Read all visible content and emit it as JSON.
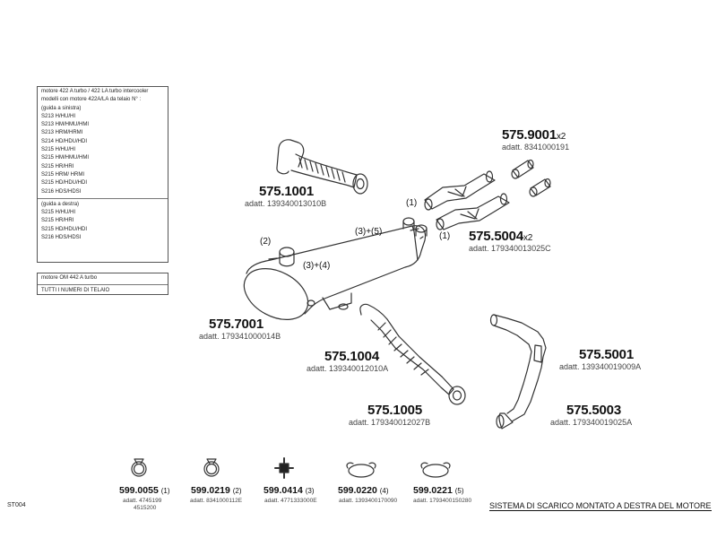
{
  "info_box_1": {
    "lines": [
      "motore 422 A turbo / 422 LA turbo intercooler",
      "modelli con motore 422A/LA da telaio N° :",
      "(guida a sinistra)",
      "S213 H/HU/HI",
      "S213 HM/HMU/HMI",
      "S213 HRM/HRMI",
      "S214 HD/HDU/HDI",
      "S215 H/HU/HI",
      "S215 HM/HMU/HMI",
      "S215 HR/HRI",
      "S215 HRM/ HRMI",
      "S215 HD/HDU/HDI",
      "S216 HDS/HDSI"
    ],
    "lines_2": [
      "(guida a destra)",
      "S215 H/HU/HI",
      "S215 HR/HRI",
      "S215 HD/HDU/HDI",
      "S216 HDS/HDSI"
    ]
  },
  "info_box_2": {
    "lines": [
      "motore OM 442 A turbo",
      "TUTTI I NUMERI DI TELAIO"
    ]
  },
  "parts": [
    {
      "code": "575.1001",
      "multiplier": "",
      "adatt": "adatt. 139340013010B"
    },
    {
      "code": "575.9001",
      "multiplier": "x2",
      "adatt": "adatt. 8341000191"
    },
    {
      "code": "575.5004",
      "multiplier": "x2",
      "adatt": "adatt. 179340013025C"
    },
    {
      "code": "575.7001",
      "multiplier": "",
      "adatt": "adatt. 179341000014B"
    },
    {
      "code": "575.1004",
      "multiplier": "",
      "adatt": "adatt. 139340012010A"
    },
    {
      "code": "575.1005",
      "multiplier": "",
      "adatt": "adatt. 179340012027B"
    },
    {
      "code": "575.5001",
      "multiplier": "",
      "adatt": "adatt. 139340019009A"
    },
    {
      "code": "575.5003",
      "multiplier": "",
      "adatt": "adatt. 179340019025A"
    }
  ],
  "callouts": [
    "(1)",
    "(1)",
    "(2)",
    "(3)+(5)",
    "(3)+(4)"
  ],
  "hardware": [
    {
      "code": "599.0055",
      "note": "(1)",
      "adatt": "adatt. 4745199",
      "adatt2": "4515200",
      "icon": "clamp-ring-icon"
    },
    {
      "code": "599.0219",
      "note": "(2)",
      "adatt": "adatt. 8341000112E",
      "adatt2": "",
      "icon": "clamp-ring-icon"
    },
    {
      "code": "599.0414",
      "note": "(3)",
      "adatt": "adatt. 4771333000E",
      "adatt2": "",
      "icon": "rubber-mount-icon"
    },
    {
      "code": "599.0220",
      "note": "(4)",
      "adatt": "adatt. 1393400170090",
      "adatt2": "",
      "icon": "strap-clamp-icon"
    },
    {
      "code": "599.0221",
      "note": "(5)",
      "adatt": "adatt. 1793400150280",
      "adatt2": "",
      "icon": "strap-clamp-icon"
    }
  ],
  "caption": "SISTEMA DI SCARICO MONTATO A DESTRA DEL MOTORE",
  "page_id": "ST004"
}
